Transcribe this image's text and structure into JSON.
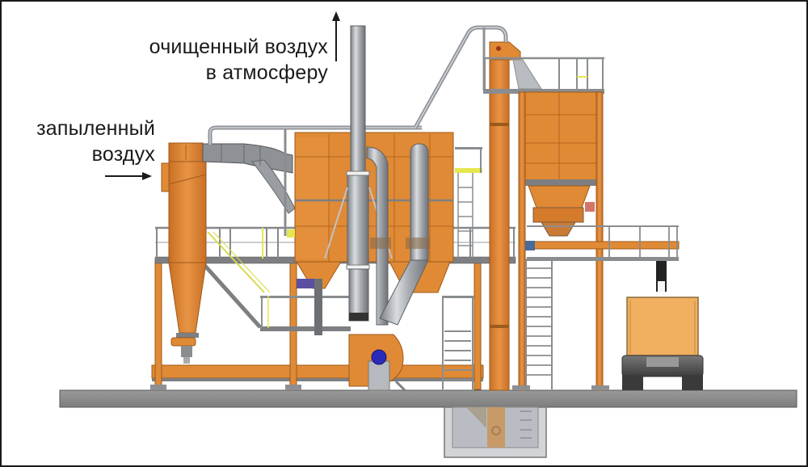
{
  "diagram": {
    "type": "industrial plant elevation drawing",
    "subject": "dust collection / aspiration unit with cyclone, bag filter, fan, exhaust stack, bucket elevator, silo, screw conveyor and truck loading",
    "colors": {
      "steel_orange": "#e08a35",
      "steel_orange_dark": "#b5651d",
      "duct_gray": "#9a9ea3",
      "frame_gray": "#7d7f82",
      "ground_gray": "#8c8c8c",
      "railing_yellow": "#e6e650",
      "fan_hub_blue": "#2a2ab8",
      "truck_body": "#f0b060",
      "background": "#ffffff",
      "border": "#1a1a1a"
    }
  },
  "labels": {
    "clean_air_line1": "очищенный воздух",
    "clean_air_line2": "в атмосферу",
    "dusty_air_line1": "запыленный",
    "dusty_air_line2": "воздух"
  },
  "arrows": {
    "clean_air": "arrow-up",
    "dusty_air": "arrow-right"
  },
  "components": [
    {
      "id": "cyclone",
      "name": "Cyclone separator"
    },
    {
      "id": "bag-filter",
      "name": "Bag filter housing"
    },
    {
      "id": "exhaust-stack",
      "name": "Exhaust stack"
    },
    {
      "id": "fan",
      "name": "Centrifugal fan"
    },
    {
      "id": "bucket-elevator",
      "name": "Bucket elevator"
    },
    {
      "id": "silo",
      "name": "Dust storage silo"
    },
    {
      "id": "screw-conveyor",
      "name": "Screw conveyor"
    },
    {
      "id": "truck",
      "name": "Truck loading"
    },
    {
      "id": "pit",
      "name": "Underground pit"
    },
    {
      "id": "ground-slab",
      "name": "Foundation slab"
    }
  ]
}
